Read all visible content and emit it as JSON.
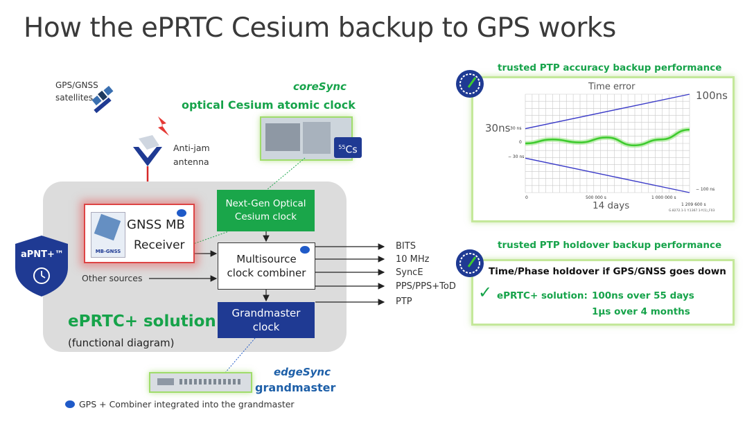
{
  "title": "How the ePRTC Cesium backup to GPS works",
  "satellites_label": "GPS/GNSS\nsatellites",
  "antenna_label": "Anti-jam\nantenna",
  "coresync": {
    "brand": "coreSync",
    "subtitle": "optical Cesium atomic clock",
    "badge_sup": "55",
    "badge_main": "Cs"
  },
  "nextgen_box": "Next-Gen Optical\nCesium clock",
  "gnss_box": {
    "line1": "GNSS MB",
    "line2": "Receiver",
    "chip_label": "MB-GNSS"
  },
  "multisource_box": "Multisource\nclock combiner",
  "grandmaster_box": "Grandmaster\nclock",
  "other_sources": "Other sources",
  "outputs": [
    "BITS",
    "10 MHz",
    "SyncE",
    "PPS/PPS+ToD",
    "PTP"
  ],
  "solution_label": "ePRTC+ solution",
  "functional_label": "(functional diagram)",
  "apnt_label": "aPNT+™",
  "edgesync": {
    "brand": "edgeSync",
    "subtitle": "grandmaster"
  },
  "footnote": "GPS + Combiner integrated into the grandmaster",
  "accuracy_panel": {
    "heading": "trusted PTP accuracy backup performance",
    "chart_title": "Time error",
    "label_100ns": "100ns",
    "label_30ns": "30ns",
    "label_14days": "14 days",
    "ytick_top": "30 ns",
    "ytick_zero": "0",
    "ytick_bottom": "− 30 ns",
    "ytick_bottom_right": "− 100 ns",
    "xtick_0": "0",
    "xtick_500k": "500 000 s",
    "xtick_1m": "1 000 000 s",
    "xtick_end": "1 209 600 s",
    "caption": "G.8272.1-1 Y.1367.1-Y(1)_F03"
  },
  "holdover_panel": {
    "heading": "trusted PTP holdover backup performance",
    "line1": "Time/Phase holdover if GPS/GNSS goes down",
    "solution_prefix": "ePRTC+ solution:",
    "value1": "100ns over 55 days",
    "value2": "1µs over 4 months"
  },
  "chart_data": {
    "type": "line",
    "title": "Time error",
    "xlabel": "",
    "ylabel": "",
    "x_ticks": [
      "0",
      "500 000 s",
      "1 000 000 s",
      "1 209 600 s"
    ],
    "y_ticks": [
      "30 ns",
      "0",
      "− 30 ns"
    ],
    "series": [
      {
        "x": [
          0,
          200000,
          400000,
          600000,
          800000,
          1000000,
          1209600
        ],
        "values": [
          0,
          8,
          2,
          12,
          -4,
          8,
          28
        ]
      },
      {
        "x": [
          0,
          1209600
        ],
        "values": [
          30,
          100
        ]
      },
      {
        "x": [
          0,
          1209600
        ],
        "values": [
          -30,
          -100
        ]
      }
    ],
    "colors": {
      "time_error": "#3ecb2e",
      "limits": "#3b3bc8"
    },
    "grid": true
  }
}
